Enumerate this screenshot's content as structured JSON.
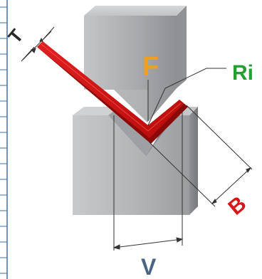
{
  "labels": {
    "thickness": "T",
    "force": "F",
    "inner_radius": "Ri",
    "flange": "B",
    "die_opening": "V"
  },
  "colors": {
    "background": "#ffffff",
    "ruler_blue": "#3f6fb0",
    "sheet_red": "#c81010",
    "sheet_dark": "#8a0a0a",
    "force_orange": "#f0a020",
    "radius_green": "#22a030",
    "flange_red": "#d81818",
    "die_label_blue": "#4a6486",
    "dimension_line": "#333333"
  }
}
